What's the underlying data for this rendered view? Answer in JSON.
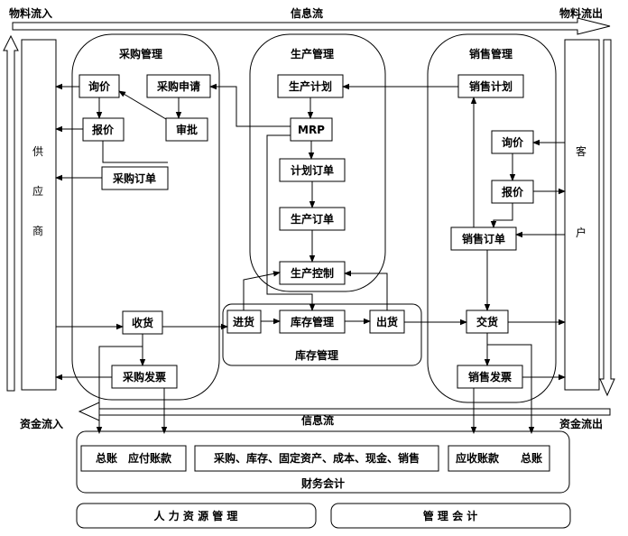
{
  "top": {
    "left_label": "物料流入",
    "center_label": "信息流",
    "right_label": "物料流出"
  },
  "bottom_flow": {
    "left_label": "资金流入",
    "center_label": "信息流",
    "right_label": "资金流出"
  },
  "supplier": [
    "供",
    "应",
    "商"
  ],
  "customer": [
    "客",
    "户"
  ],
  "purchasing": {
    "title": "采购管理",
    "inquiry": "询价",
    "request": "采购申请",
    "quote": "报价",
    "approve": "审批",
    "order": "采购订单",
    "receive": "收货",
    "invoice": "采购发票"
  },
  "production": {
    "title": "生产管理",
    "plan": "生产计划",
    "mrp": "MRP",
    "planned_order": "计划订单",
    "production_order": "生产订单",
    "control": "生产控制"
  },
  "sales": {
    "title": "销售管理",
    "plan": "销售计划",
    "inquiry": "询价",
    "quote": "报价",
    "order": "销售订单",
    "delivery": "交货",
    "invoice": "销售发票"
  },
  "inventory": {
    "title": "库存管理",
    "in": "进货",
    "manage": "库存管理",
    "out": "出货"
  },
  "finance": {
    "title": "财务会计",
    "left_box": "总账　应付账款",
    "middle_box": "采购、库存、固定资产、成本、现金、销售",
    "right_box": "应收账款　　总账"
  },
  "bottom": {
    "hr": "人 力 资 源 管 理",
    "mgmt": "管 理 会 计"
  }
}
